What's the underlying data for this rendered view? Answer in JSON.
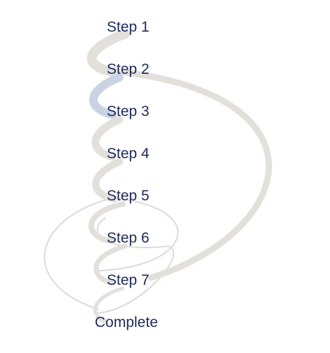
{
  "diagram": {
    "type": "funnel-flow",
    "steps": [
      {
        "id": "s1",
        "label": "Step 1"
      },
      {
        "id": "s2",
        "label": "Step 2"
      },
      {
        "id": "s3",
        "label": "Step 3"
      },
      {
        "id": "s4",
        "label": "Step 4"
      },
      {
        "id": "s5",
        "label": "Step 5"
      },
      {
        "id": "s6",
        "label": "Step 6"
      },
      {
        "id": "s7",
        "label": "Step 7"
      },
      {
        "id": "done",
        "label": "Complete"
      }
    ],
    "colors": {
      "label": "#1f2a5a",
      "flow": "#e3e0dc",
      "highlight": "#c9d3e3",
      "thin": "#dedbd6"
    }
  }
}
